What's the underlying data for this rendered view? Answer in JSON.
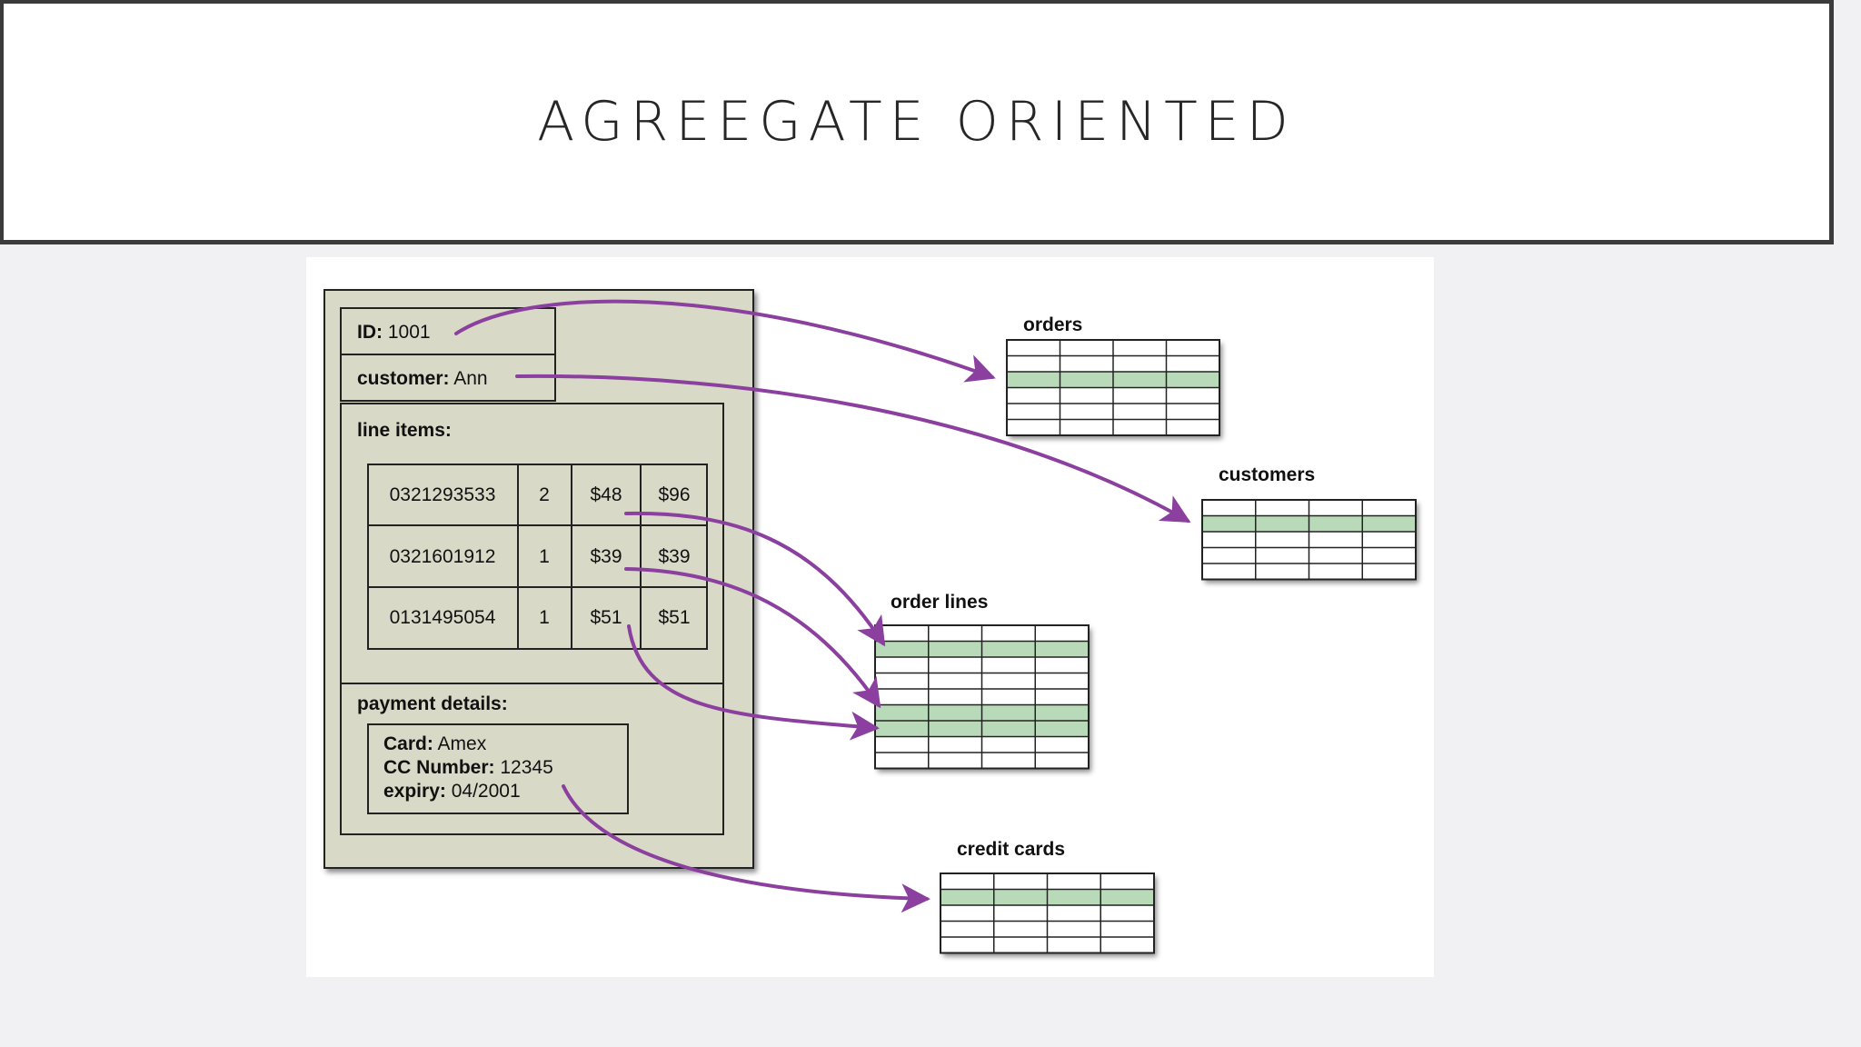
{
  "slide": {
    "title": "AGREEGATE ORIENTED"
  },
  "aggregate": {
    "id_label": "ID:",
    "id_value": "1001",
    "customer_label": "customer:",
    "customer_value": "Ann",
    "line_items_label": "line items:",
    "line_items": [
      [
        "0321293533",
        "2",
        "$48",
        "$96"
      ],
      [
        "0321601912",
        "1",
        "$39",
        "$39"
      ],
      [
        "0131495054",
        "1",
        "$51",
        "$51"
      ]
    ],
    "payment_label": "payment details:",
    "card_label": "Card:",
    "card_value": "Amex",
    "cc_label": "CC Number:",
    "cc_value": "12345",
    "expiry_label": "expiry:",
    "expiry_value": "04/2001"
  },
  "tables": {
    "orders": "orders",
    "customers": "customers",
    "order_lines": "order lines",
    "credit_cards": "credit cards"
  },
  "colors": {
    "aggregate_fill": "#d9d9c8",
    "arrow": "#8b3f9e",
    "highlight_row": "#b9dab9"
  }
}
